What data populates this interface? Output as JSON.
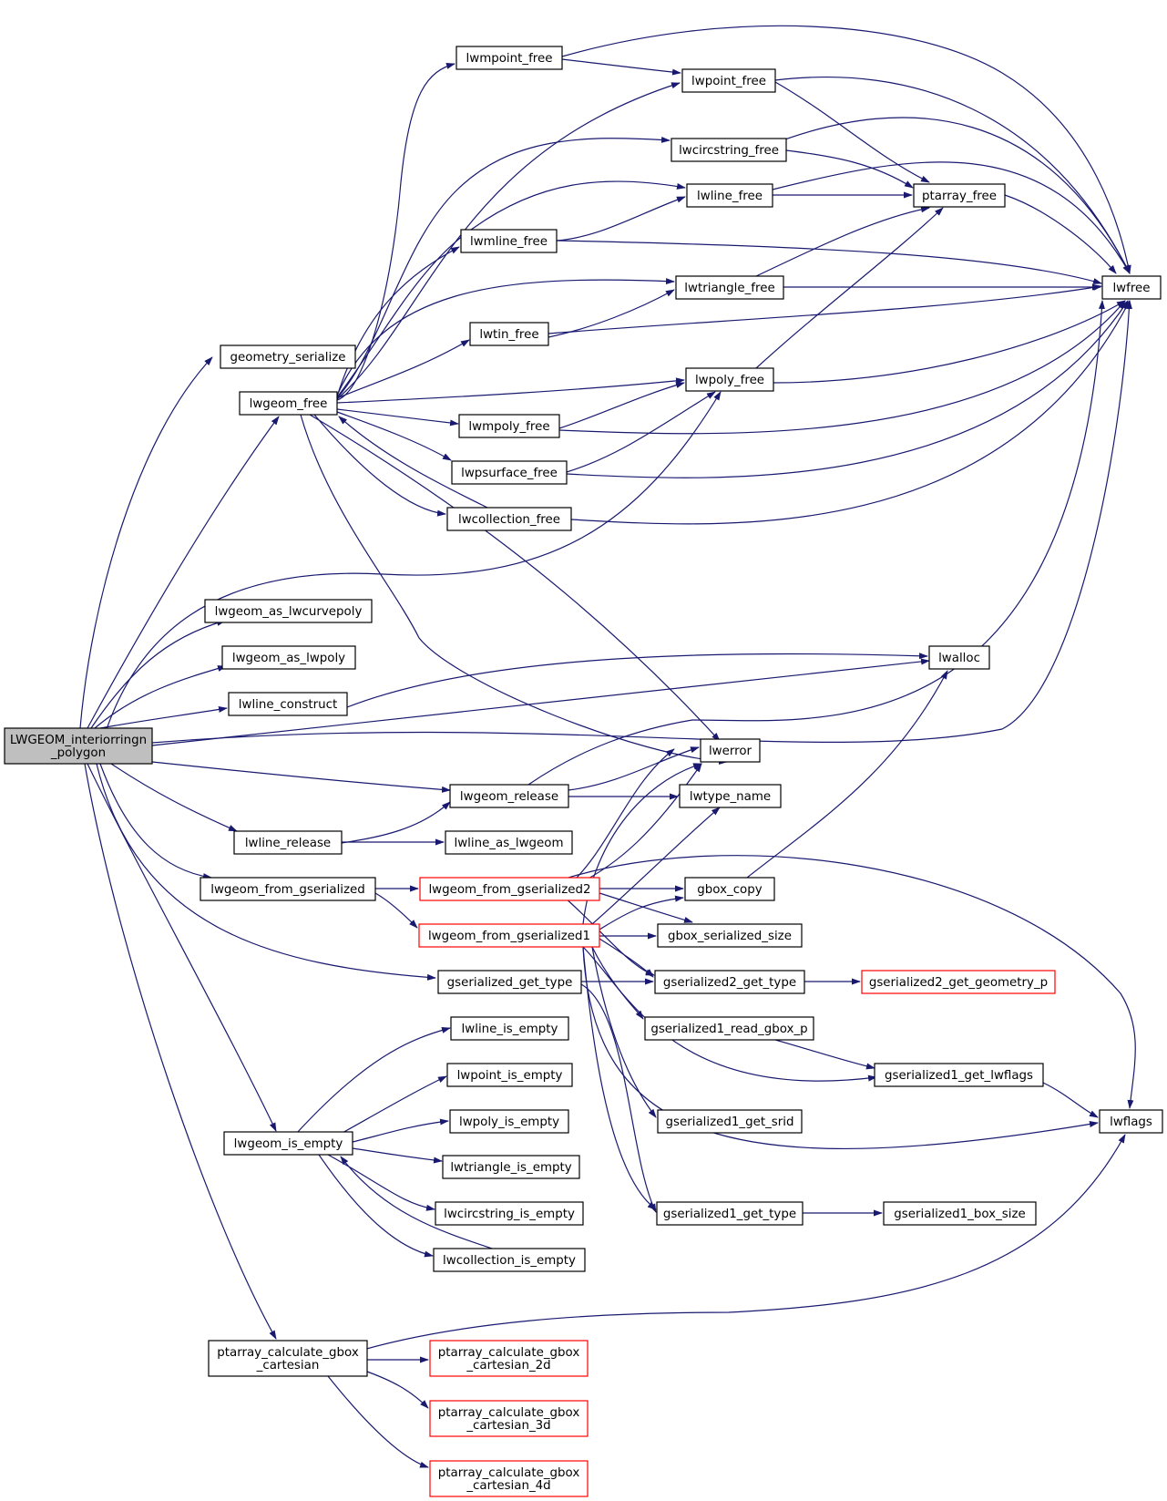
{
  "graph": {
    "nodes": [
      {
        "id": "root",
        "lines": [
          "LWGEOM_interiorringn",
          "_polygon"
        ],
        "style": "root"
      },
      {
        "id": "geometry_serialize",
        "lines": [
          "geometry_serialize"
        ]
      },
      {
        "id": "lwgeom_free",
        "lines": [
          "lwgeom_free"
        ]
      },
      {
        "id": "lwgeom_as_lwcurvepoly",
        "lines": [
          "lwgeom_as_lwcurvepoly"
        ]
      },
      {
        "id": "lwgeom_as_lwpoly",
        "lines": [
          "lwgeom_as_lwpoly"
        ]
      },
      {
        "id": "lwline_construct",
        "lines": [
          "lwline_construct"
        ]
      },
      {
        "id": "lwline_release",
        "lines": [
          "lwline_release"
        ]
      },
      {
        "id": "lwgeom_from_gserialized",
        "lines": [
          "lwgeom_from_gserialized"
        ]
      },
      {
        "id": "lwgeom_is_empty",
        "lines": [
          "lwgeom_is_empty"
        ]
      },
      {
        "id": "ptarray_calculate_gbox_cartesian",
        "lines": [
          "ptarray_calculate_gbox",
          "_cartesian"
        ]
      },
      {
        "id": "lwmpoint_free",
        "lines": [
          "lwmpoint_free"
        ]
      },
      {
        "id": "lwmline_free",
        "lines": [
          "lwmline_free"
        ]
      },
      {
        "id": "lwtin_free",
        "lines": [
          "lwtin_free"
        ]
      },
      {
        "id": "lwmpoly_free",
        "lines": [
          "lwmpoly_free"
        ]
      },
      {
        "id": "lwpsurface_free",
        "lines": [
          "lwpsurface_free"
        ]
      },
      {
        "id": "lwcollection_free",
        "lines": [
          "lwcollection_free"
        ]
      },
      {
        "id": "lwgeom_release",
        "lines": [
          "lwgeom_release"
        ]
      },
      {
        "id": "lwline_as_lwgeom",
        "lines": [
          "lwline_as_lwgeom"
        ]
      },
      {
        "id": "lwgeom_from_gserialized2",
        "lines": [
          "lwgeom_from_gserialized2"
        ],
        "style": "red"
      },
      {
        "id": "lwgeom_from_gserialized1",
        "lines": [
          "lwgeom_from_gserialized1"
        ],
        "style": "red"
      },
      {
        "id": "gserialized_get_type",
        "lines": [
          "gserialized_get_type"
        ]
      },
      {
        "id": "lwline_is_empty",
        "lines": [
          "lwline_is_empty"
        ]
      },
      {
        "id": "lwpoint_is_empty",
        "lines": [
          "lwpoint_is_empty"
        ]
      },
      {
        "id": "lwpoly_is_empty",
        "lines": [
          "lwpoly_is_empty"
        ]
      },
      {
        "id": "lwtriangle_is_empty",
        "lines": [
          "lwtriangle_is_empty"
        ]
      },
      {
        "id": "lwcircstring_is_empty",
        "lines": [
          "lwcircstring_is_empty"
        ]
      },
      {
        "id": "lwcollection_is_empty",
        "lines": [
          "lwcollection_is_empty"
        ]
      },
      {
        "id": "ptarray_calculate_gbox_cartesian_2d",
        "lines": [
          "ptarray_calculate_gbox",
          "_cartesian_2d"
        ],
        "style": "red"
      },
      {
        "id": "ptarray_calculate_gbox_cartesian_3d",
        "lines": [
          "ptarray_calculate_gbox",
          "_cartesian_3d"
        ],
        "style": "red"
      },
      {
        "id": "ptarray_calculate_gbox_cartesian_4d",
        "lines": [
          "ptarray_calculate_gbox",
          "_cartesian_4d"
        ],
        "style": "red"
      },
      {
        "id": "lwpoint_free",
        "lines": [
          "lwpoint_free"
        ]
      },
      {
        "id": "lwcircstring_free",
        "lines": [
          "lwcircstring_free"
        ]
      },
      {
        "id": "lwline_free",
        "lines": [
          "lwline_free"
        ]
      },
      {
        "id": "lwtriangle_free",
        "lines": [
          "lwtriangle_free"
        ]
      },
      {
        "id": "lwpoly_free",
        "lines": [
          "lwpoly_free"
        ]
      },
      {
        "id": "lwerror",
        "lines": [
          "lwerror"
        ]
      },
      {
        "id": "lwtype_name",
        "lines": [
          "lwtype_name"
        ]
      },
      {
        "id": "gbox_copy",
        "lines": [
          "gbox_copy"
        ]
      },
      {
        "id": "gbox_serialized_size",
        "lines": [
          "gbox_serialized_size"
        ]
      },
      {
        "id": "gserialized2_get_type",
        "lines": [
          "gserialized2_get_type"
        ]
      },
      {
        "id": "gserialized1_read_gbox_p",
        "lines": [
          "gserialized1_read_gbox_p"
        ]
      },
      {
        "id": "gserialized1_get_srid",
        "lines": [
          "gserialized1_get_srid"
        ]
      },
      {
        "id": "gserialized1_get_type",
        "lines": [
          "gserialized1_get_type"
        ]
      },
      {
        "id": "ptarray_free",
        "lines": [
          "ptarray_free"
        ]
      },
      {
        "id": "lwalloc",
        "lines": [
          "lwalloc"
        ]
      },
      {
        "id": "gserialized2_get_geometry_p",
        "lines": [
          "gserialized2_get_geometry_p"
        ],
        "style": "red"
      },
      {
        "id": "gserialized1_get_lwflags",
        "lines": [
          "gserialized1_get_lwflags"
        ]
      },
      {
        "id": "gserialized1_box_size",
        "lines": [
          "gserialized1_box_size"
        ]
      },
      {
        "id": "lwfree",
        "lines": [
          "lwfree"
        ]
      },
      {
        "id": "lwflags",
        "lines": [
          "lwflags"
        ]
      }
    ],
    "colors": {
      "edge": "#191970",
      "node_border": "#000000",
      "highlight_border": "#ff0000",
      "root_fill": "#bfbfbf"
    }
  }
}
